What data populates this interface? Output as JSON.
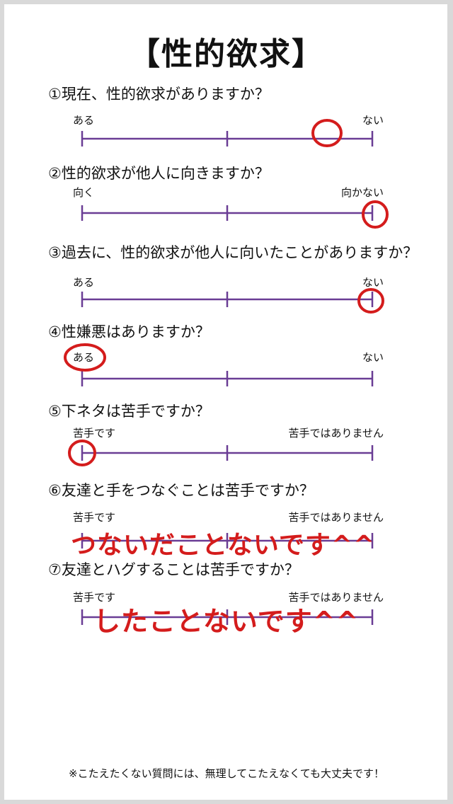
{
  "title": "【性的欲求】",
  "colors": {
    "scale_line": "#6a3d95",
    "marker": "#d41c1c",
    "text": "#111111"
  },
  "questions": [
    {
      "text": "①現在、性的欲求がありますか？",
      "left_label": "ある",
      "right_label": "ない",
      "selected_position": 0.85
    },
    {
      "text": "②性的欲求が他人に向きますか？",
      "left_label": "向く",
      "right_label": "向かない",
      "selected_position": 1.0
    },
    {
      "text": "③過去に、性的欲求が他人に向いたことがありますか？",
      "left_label": "ある",
      "right_label": "ない",
      "selected_position": 1.0
    },
    {
      "text": "④性嫌悪はありますか？",
      "left_label": "ある",
      "right_label": "ない",
      "selected_position": 0.0
    },
    {
      "text": "⑤下ネタは苦手ですか？",
      "left_label": "苦手です",
      "right_label": "苦手ではありません",
      "selected_position": 0.0
    },
    {
      "text": "⑥友達と手をつなぐことは苦手ですか？",
      "left_label": "苦手です",
      "right_label": "苦手ではありません",
      "handwritten_answer": "つないだことないです^^"
    },
    {
      "text": "⑦友達とハグすることは苦手ですか？",
      "left_label": "苦手です",
      "right_label": "苦手ではありません",
      "handwritten_answer": "したことないです^^"
    }
  ],
  "footnote": "※こたえたくない質問には、無理してこたえなくても大丈夫です！"
}
